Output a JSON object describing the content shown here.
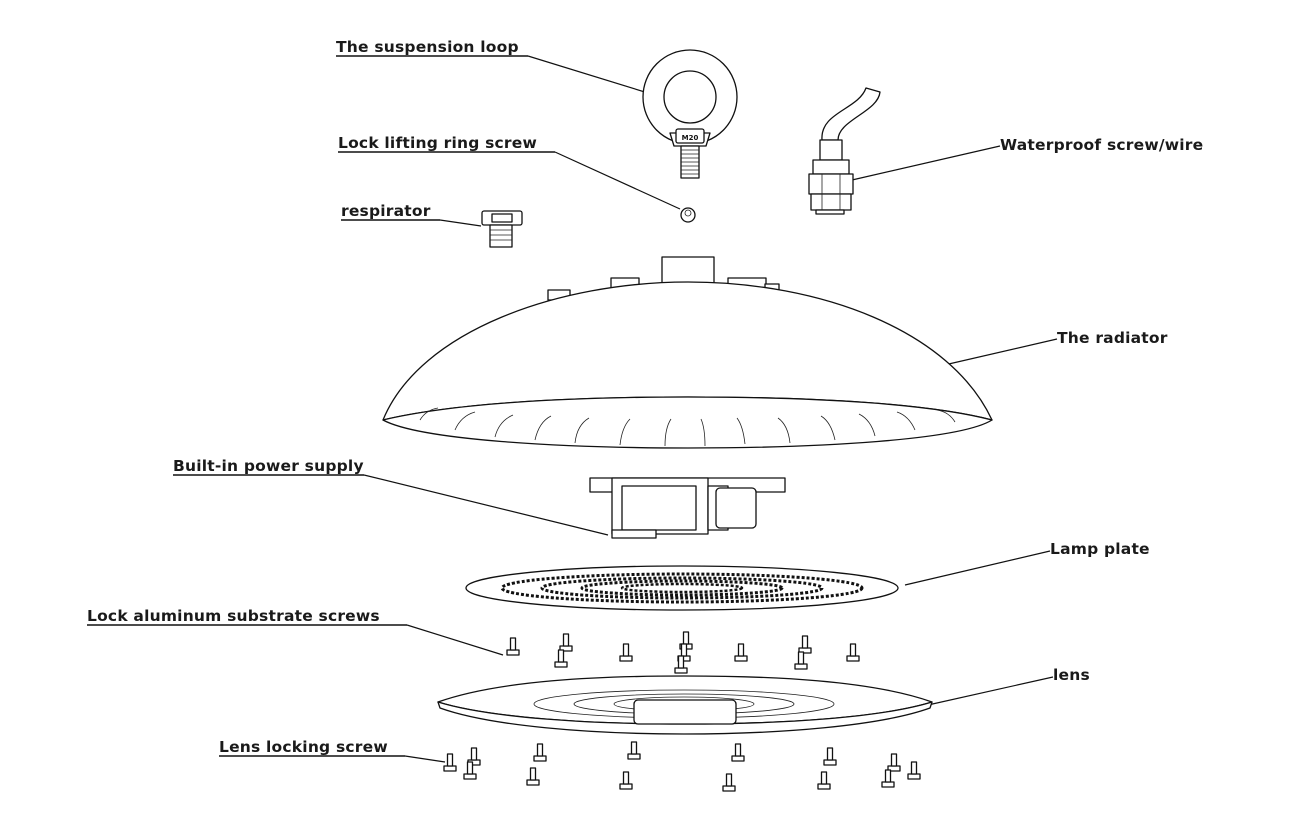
{
  "labels": {
    "suspension_loop": "The suspension loop",
    "lock_ring_screw": "Lock lifting ring screw",
    "respirator": "respirator",
    "waterproof": "Waterproof screw/wire",
    "radiator": "The radiator",
    "power_supply": "Built-in power supply",
    "lamp_plate": "Lamp plate",
    "substrate_screws": "Lock aluminum substrate screws",
    "lens": "lens",
    "lens_screw": "Lens locking screw"
  },
  "ring_stamp": "M20",
  "colors": {
    "ink": "#111111",
    "background": "#ffffff"
  }
}
